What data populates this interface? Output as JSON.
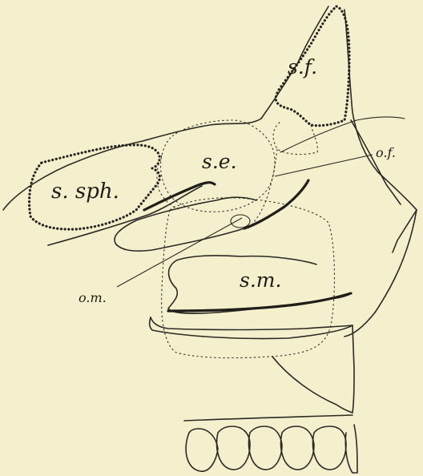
{
  "labels": {
    "sinus_frontalis": "s.f.",
    "sinus_ethmoidalis": "s.e.",
    "sinus_sphenoidalis": "s. sph.",
    "sinus_maxillaris": "s.m.",
    "ostium_frontale": "o.f.",
    "ostium_maxillare": "o.m."
  }
}
